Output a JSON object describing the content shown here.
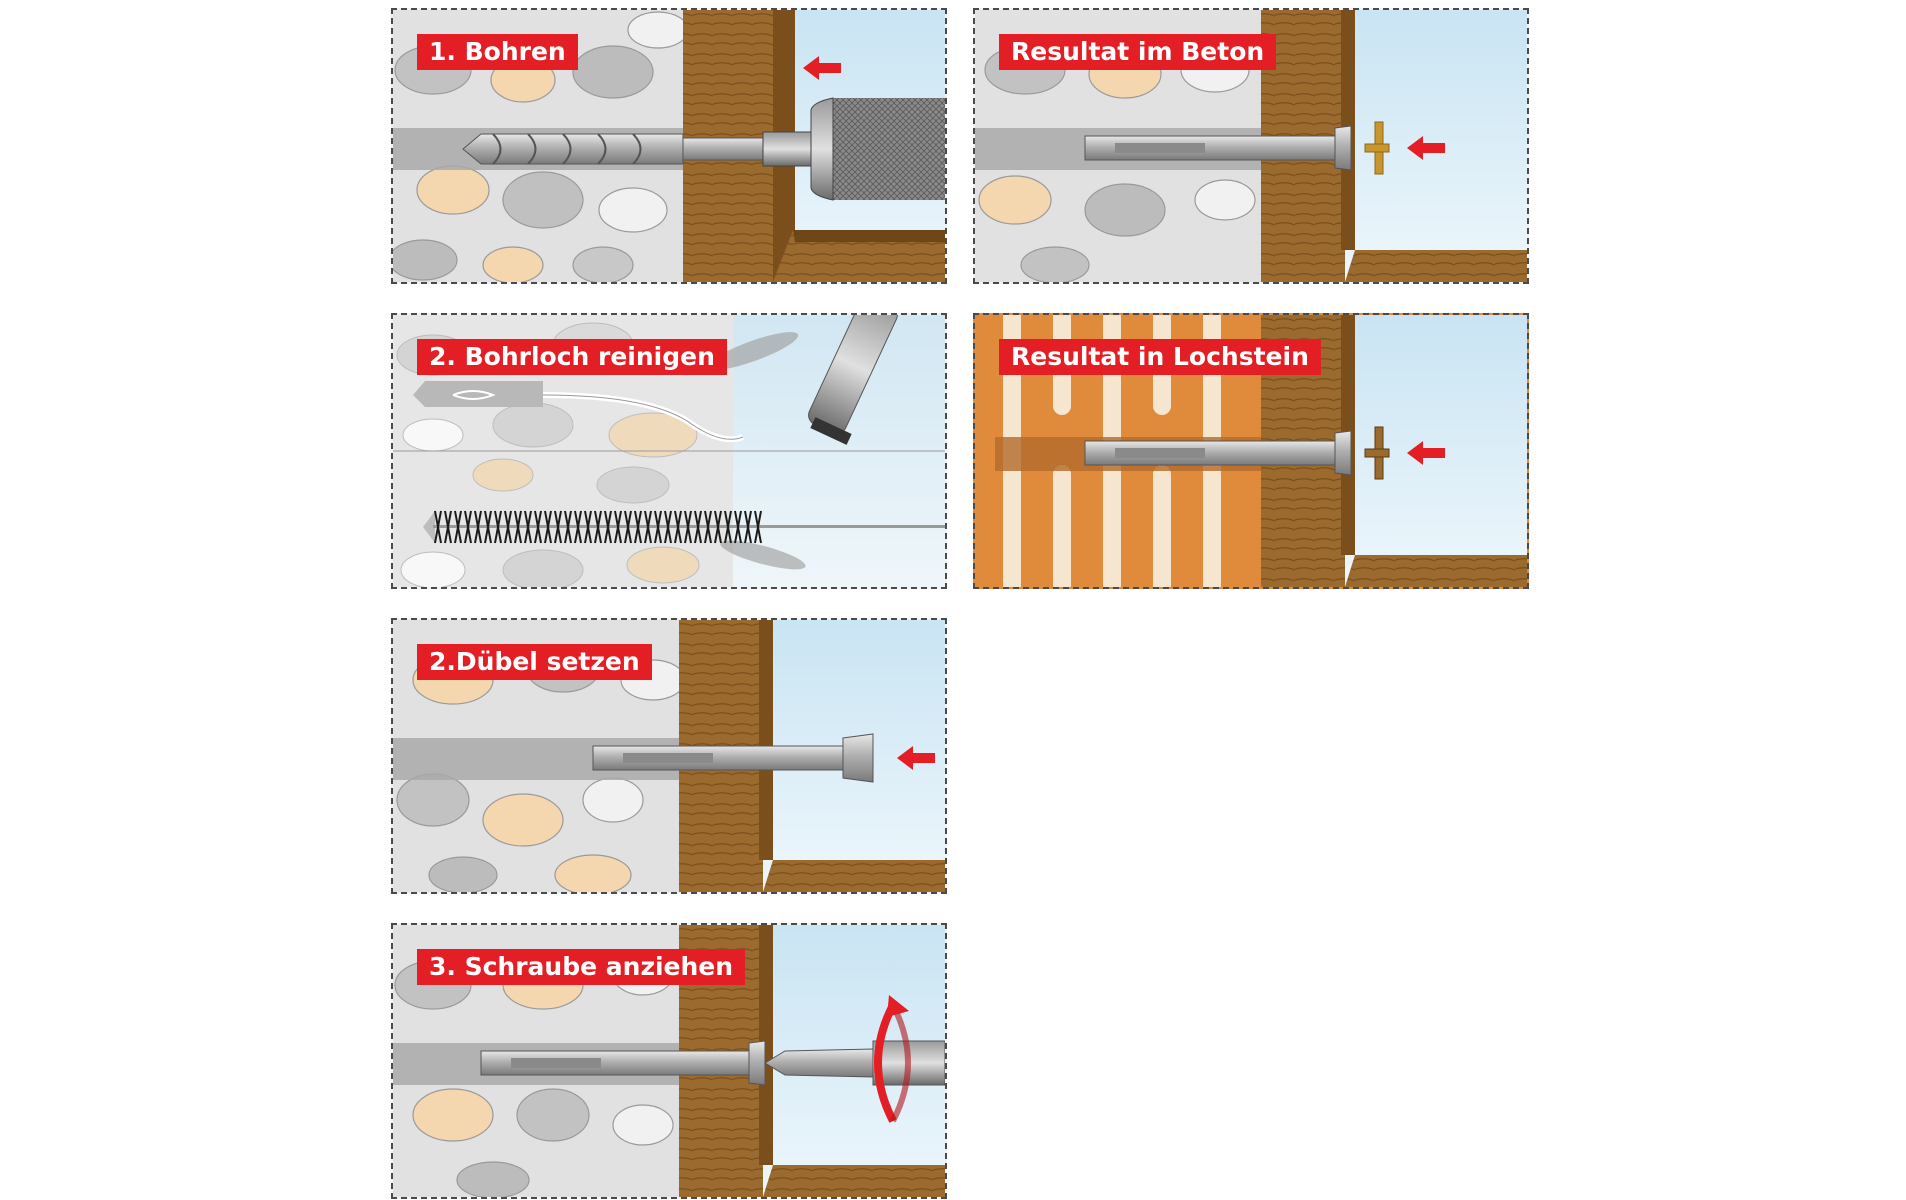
{
  "panels": [
    {
      "id": "bohren",
      "label": "1. Bohren"
    },
    {
      "id": "reinigen",
      "label": "2. Bohrloch reinigen"
    },
    {
      "id": "duebel",
      "label": "2.Dübel setzen"
    },
    {
      "id": "schraube",
      "label": "3. Schraube anziehen"
    },
    {
      "id": "beton",
      "label": "Resultat im Beton"
    },
    {
      "id": "lochstein",
      "label": "Resultat in Lochstein"
    }
  ],
  "colors": {
    "label_bg": "#e31e24",
    "arrow": "#e31e24",
    "wood": "#9b6a2f",
    "wood_dark": "#6e4716",
    "glass": "#d7ecf6",
    "concrete": "#dcdcdc",
    "stone_gray": "#bdbdbd",
    "stone_beige": "#f4d7ae",
    "brick": "#e08a3c"
  }
}
